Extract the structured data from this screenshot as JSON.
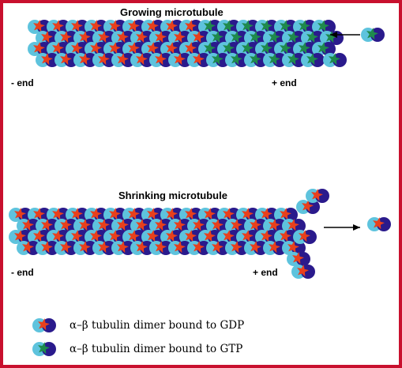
{
  "growing": {
    "title": "Growing microtubule",
    "minus_end": "- end",
    "plus_end": "+ end"
  },
  "shrinking": {
    "title": "Shrinking microtubule",
    "minus_end": "- end",
    "plus_end": "+ end"
  },
  "legend": {
    "gdp_text": "α–β tubulin dimer bound to GDP",
    "gtp_text": "α–β tubulin dimer bound to GTP"
  },
  "colors": {
    "frame": "#c8102e",
    "alpha_subunit": "#5ec3dd",
    "beta_subunit": "#2a1a8c",
    "gdp_star": "#e8401c",
    "gtp_star": "#1f8a4c"
  }
}
